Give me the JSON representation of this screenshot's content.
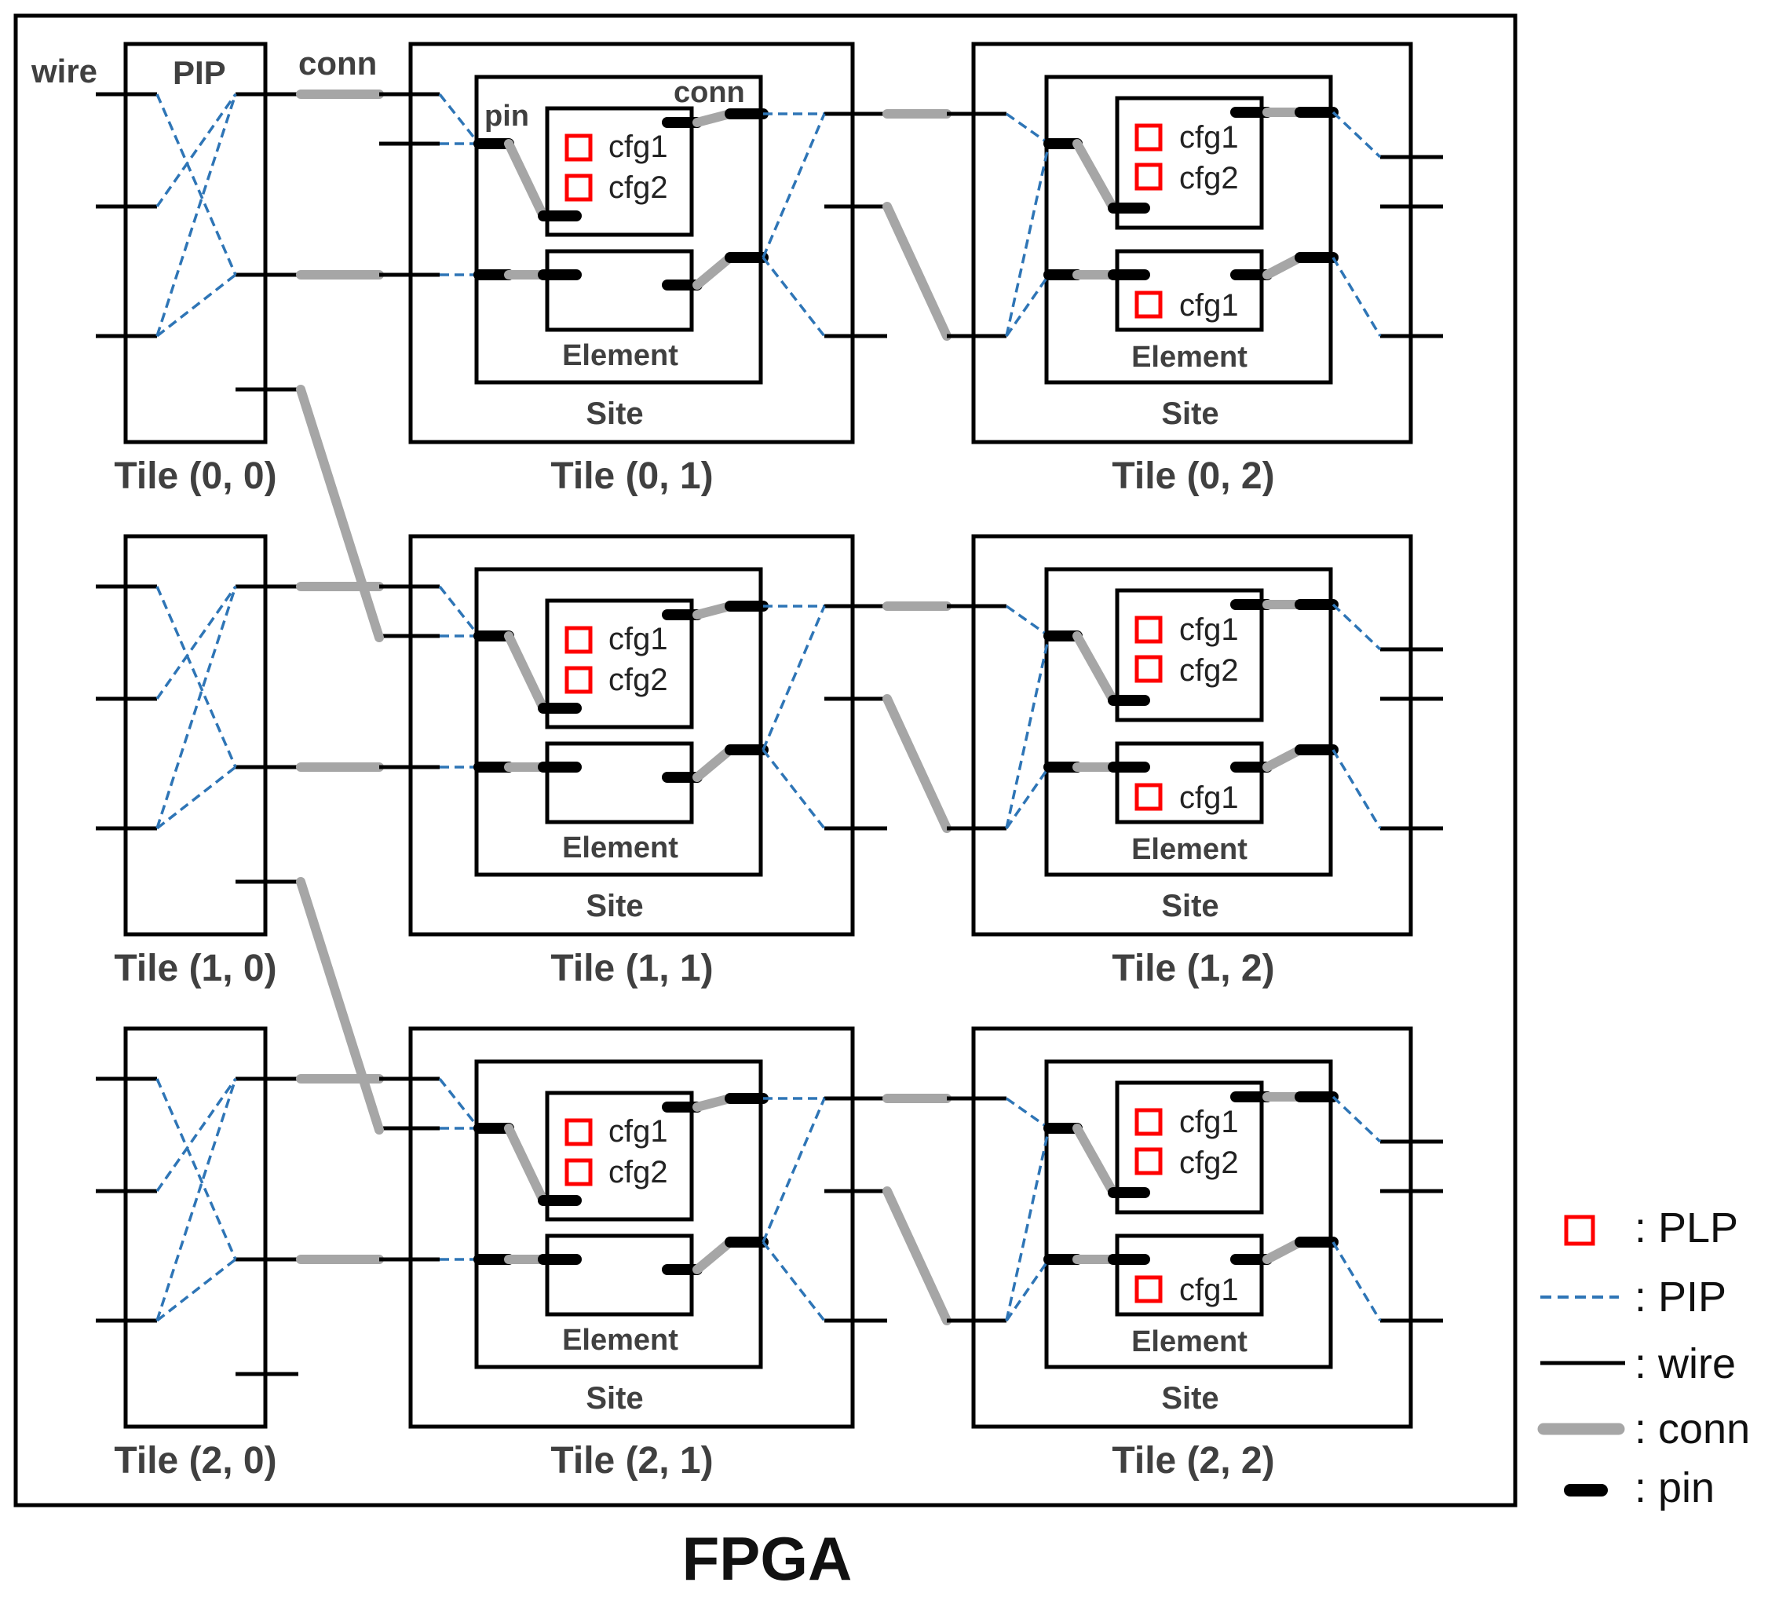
{
  "title": "FPGA",
  "annotations": {
    "wire": "wire",
    "pip": "PIP",
    "conn_top": "conn",
    "conn_inner": "conn",
    "pin": "pin"
  },
  "tiles": [
    [
      "Tile (0, 0)",
      "Tile (0, 1)",
      "Tile (0, 2)"
    ],
    [
      "Tile (1, 0)",
      "Tile (1, 1)",
      "Tile (1, 2)"
    ],
    [
      "Tile (2, 0)",
      "Tile (2, 1)",
      "Tile (2, 2)"
    ]
  ],
  "site_label": "Site",
  "element_label": "Element",
  "cfg_labels": [
    "cfg1",
    "cfg2"
  ],
  "legend": [
    {
      "key": "plp",
      "text": ": PLP"
    },
    {
      "key": "pip",
      "text": ": PIP"
    },
    {
      "key": "wire",
      "text": ": wire"
    },
    {
      "key": "conn",
      "text": ": conn"
    },
    {
      "key": "pin",
      "text": ": pin"
    }
  ],
  "colors": {
    "wire": "#000000",
    "pip": "#2e75b6",
    "conn": "#a6a6a6",
    "pin": "#000000",
    "plp": "#ff0000",
    "label": "#404040"
  }
}
